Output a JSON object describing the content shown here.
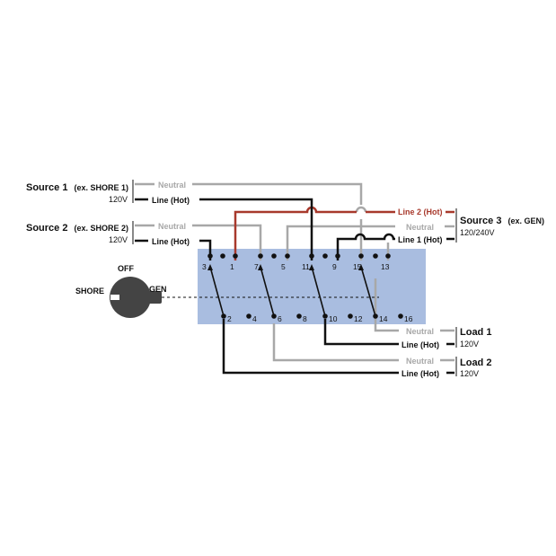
{
  "colors": {
    "panel": "#a9bde0",
    "hot": "#111111",
    "neutral": "#a8a8a8",
    "line2": "#a8392c",
    "knob": "#444444"
  },
  "sources": {
    "source1": {
      "name": "Source 1",
      "sub": "(ex. SHORE 1)",
      "voltage": "120V"
    },
    "source2": {
      "name": "Source 2",
      "sub": "(ex. SHORE 2)",
      "voltage": "120V"
    },
    "source3": {
      "name": "Source 3",
      "sub": "(ex. GEN)",
      "voltage": "120/240V"
    }
  },
  "wires": {
    "neutral": "Neutral",
    "line_hot": "Line (Hot)",
    "line1_hot": "Line 1 (Hot)",
    "line2_hot": "Line 2 (Hot)"
  },
  "loads": {
    "load1": {
      "name": "Load 1",
      "voltage": "120V"
    },
    "load2": {
      "name": "Load 2",
      "voltage": "120V"
    }
  },
  "switch": {
    "off": "OFF",
    "shore": "SHORE",
    "gen": "GEN"
  },
  "terminals": {
    "top": [
      "3",
      "1",
      "7",
      "5",
      "11",
      "9",
      "15",
      "13"
    ],
    "bottom": [
      "2",
      "4",
      "6",
      "8",
      "10",
      "12",
      "14",
      "16"
    ]
  }
}
